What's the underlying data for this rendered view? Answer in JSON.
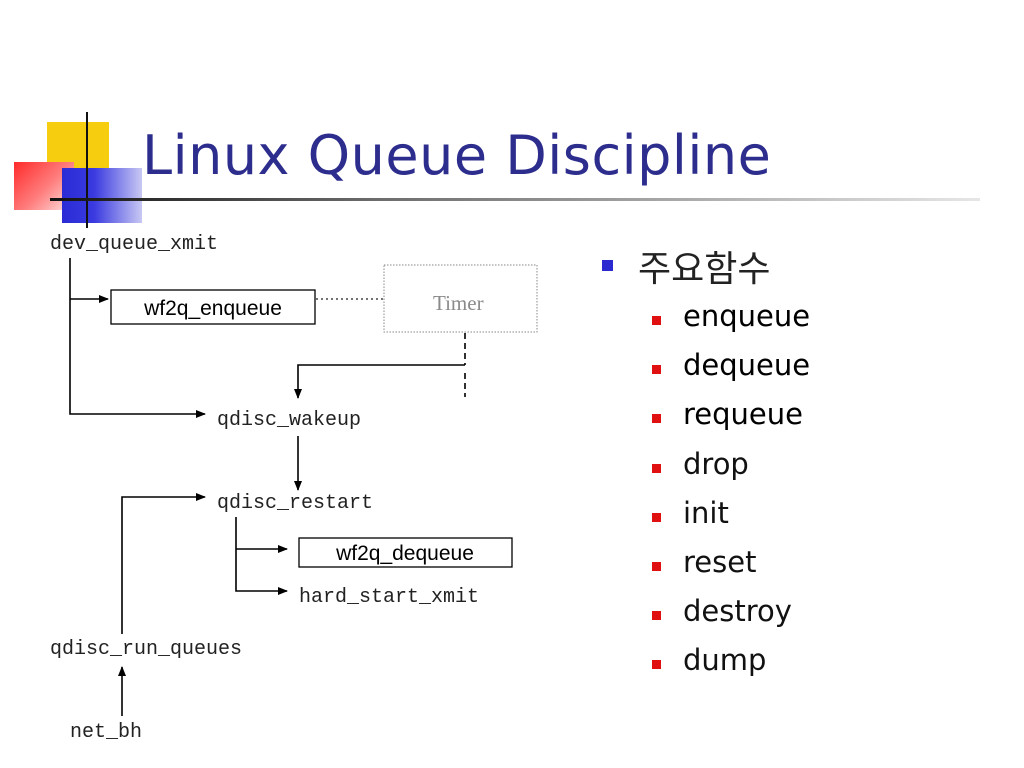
{
  "title": "Linux Queue Discipline",
  "diagram": {
    "nodes": {
      "dev_queue_xmit": "dev_queue_xmit",
      "wf2q_enqueue": "wf2q_enqueue",
      "timer": "Timer",
      "qdisc_wakeup": "qdisc_wakeup",
      "qdisc_restart": "qdisc_restart",
      "wf2q_dequeue": "wf2q_dequeue",
      "hard_start_xmit": "hard_start_xmit",
      "qdisc_run_queues": "qdisc_run_queues",
      "net_bh": "net_bh"
    }
  },
  "bullets": {
    "main": "주요함수",
    "items": [
      {
        "label": "enqueue",
        "bold": true
      },
      {
        "label": "dequeue",
        "bold": true
      },
      {
        "label": "requeue",
        "bold": true
      },
      {
        "label": "drop",
        "bold": false
      },
      {
        "label": "init",
        "bold": false
      },
      {
        "label": "reset",
        "bold": false
      },
      {
        "label": "destroy",
        "bold": false
      },
      {
        "label": "dump",
        "bold": false
      }
    ]
  },
  "colors": {
    "title": "#2d2d8e",
    "main_bullet": "#2a2ad0",
    "sub_bullet": "#e01010"
  }
}
